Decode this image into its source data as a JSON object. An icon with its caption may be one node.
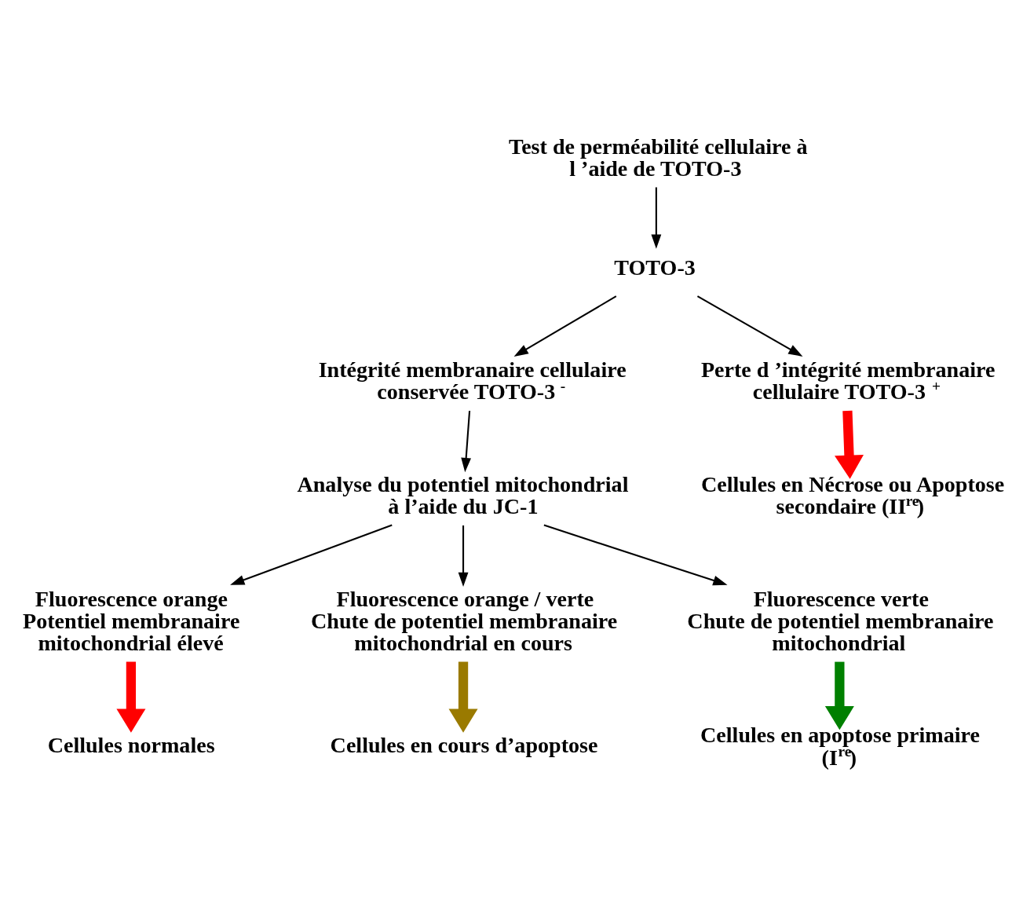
{
  "diagram": {
    "nodes": [
      {
        "text": [
          "Test de perméabilité cellulaire à l ’aide de TOTO-3"
        ]
      },
      {
        "text": [
          "TOTO-3"
        ]
      },
      {
        "text": [
          "Intégrité membranaire cellulaire conservée TOTO-3 $^{-}$"
        ]
      },
      {
        "text": [
          "Perte d ’intégrité membranaire cellulaire TOTO-3 $^{+}$"
        ]
      },
      {
        "text": [
          "Analyse du potentiel mitochondrial à l’aide du JC-1"
        ]
      },
      {
        "text": [
          "Cellules en Nécrose ou Apoptose secondaire (II$^{re}$)"
        ]
      },
      {
        "text": [
          "Fluorescence orange",
          "Potentiel membranaire mitochondrial élevé"
        ]
      },
      {
        "text": [
          "Fluorescence orange / verte",
          "Chute de potentiel membranaire mitochondrial en cours"
        ]
      },
      {
        "text": [
          "Fluorescence verte",
          "Chute de potentiel membranaire mitochondrial"
        ]
      },
      {
        "text": [
          "Cellules normales"
        ]
      },
      {
        "text": [
          "Cellules en cours d’apoptose"
        ]
      },
      {
        "text": [
          "Cellules en apoptose primaire (I$^{re}$)"
        ]
      }
    ],
    "edges": [
      {
        "from": 0,
        "to": 1,
        "arrow": "to"
      },
      {
        "from": 1,
        "to": 2,
        "arrow": "to"
      },
      {
        "from": 1,
        "to": 3,
        "arrow": "to"
      },
      {
        "from": 2,
        "to": 4,
        "arrow": "to"
      },
      {
        "from": 3,
        "to": 5,
        "arrow": "to",
        "style": "thick",
        "color": "#ff0000"
      },
      {
        "from": 4,
        "to": 6,
        "arrow": "to"
      },
      {
        "from": 4,
        "to": 7,
        "arrow": "to"
      },
      {
        "from": 4,
        "to": 8,
        "arrow": "to"
      },
      {
        "from": 6,
        "to": 9,
        "arrow": "to",
        "style": "thick",
        "color": "#ff0000"
      },
      {
        "from": 7,
        "to": 10,
        "arrow": "to",
        "style": "thick",
        "color": "#9a7a00"
      },
      {
        "from": 8,
        "to": 11,
        "arrow": "to",
        "style": "thick",
        "color": "#008000"
      }
    ]
  }
}
